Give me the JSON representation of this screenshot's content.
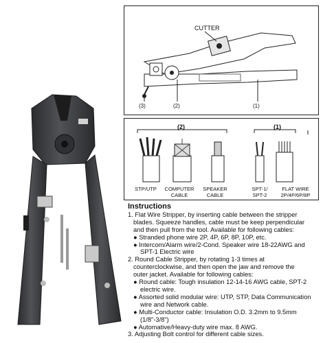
{
  "diagram_top": {
    "cutter_label": "CUTTER",
    "callouts": [
      "(3)",
      "(2)",
      "(1)"
    ]
  },
  "diagram_mid": {
    "group_labels": [
      "(2)",
      "(1)"
    ],
    "cables": [
      {
        "l1": "STP/UTP",
        "l2": ""
      },
      {
        "l1": "COMPUTER",
        "l2": "CABLE"
      },
      {
        "l1": "SPEAKER",
        "l2": "CABLE"
      },
      {
        "l1": "SPT-1/",
        "l2": "SPT-2"
      },
      {
        "l1": "FLAT WIRE",
        "l2": "2P/4P/6P/8P"
      }
    ]
  },
  "instructions": {
    "heading": "Instructions",
    "lines": [
      "1. Flat Wire Stripper, by inserting cable between the stripper",
      "blades. Squeeze handles, cable must be keep perpendicular",
      "and then pull from the tool. Available for following cables:",
      "● Stranded phone wire 2P, 4P, 6P, 8P, 10P, etc.",
      "● Intercom/Alarm wire/2-Cond. Speaker wire 18-22AWG and",
      "SPT-1 Electric wire",
      "2. Round Cable Stripper, by rotating 1-3 times at",
      "counterclockwise, and then open the jaw and remove the",
      "outer jacket. Available for following cables:",
      "● Round cable: Tough insulation 12-14-16 AWG cable, SPT-2",
      "electric wire.",
      "● Assorted solid modular wire: UTP, STP, Data Communication",
      "wire and Network cable.",
      "● Multi-Conductor cable: Insulation O.D. 3.2mm to 9.5mm",
      "(1/8\"-3/8\")",
      "● Automative/Heavy-duty wire max. 8 AWG.",
      "3. Adjusting Bolt control for different cable sizes."
    ]
  },
  "colors": {
    "tool_body": "#3f4144",
    "tool_dark": "#2a2b2d",
    "metal": "#b8b8b8",
    "line": "#222222"
  }
}
